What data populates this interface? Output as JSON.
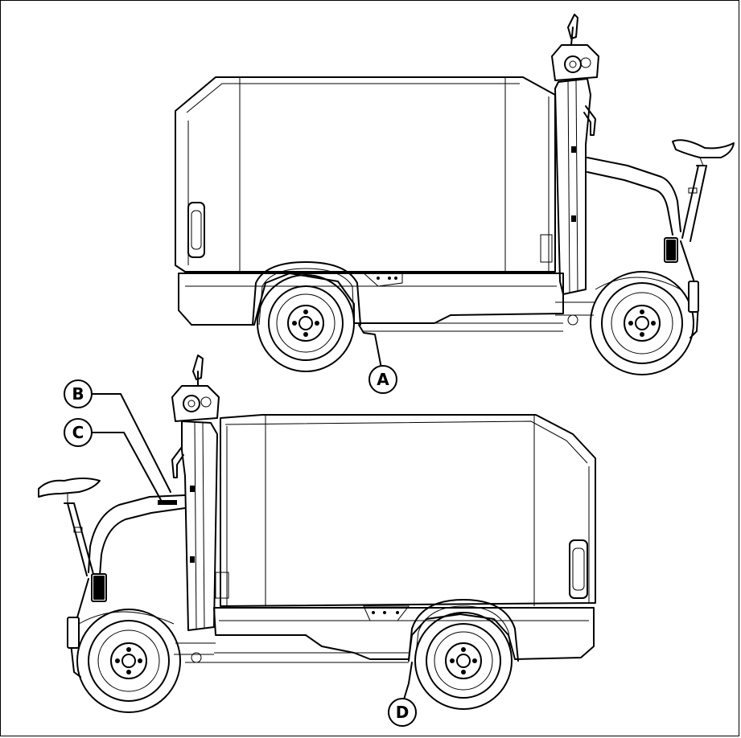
{
  "callouts": {
    "a": "A",
    "b": "B",
    "c": "C",
    "d": "D"
  },
  "icons": {
    "upper_vehicle": "cargo-bike-right-side-icon",
    "lower_vehicle": "cargo-bike-left-side-icon"
  }
}
